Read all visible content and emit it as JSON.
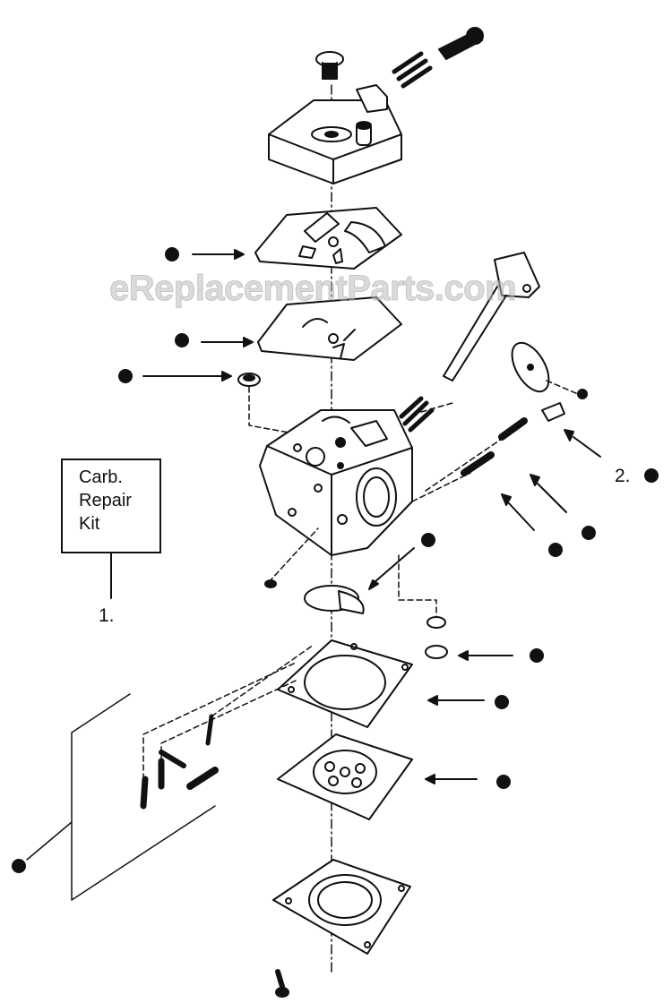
{
  "watermark": "eReplacementParts.com",
  "kit_label": {
    "line1": "Carb.",
    "line2": "Repair",
    "line3": "Kit"
  },
  "ref_numbers": {
    "one": "1.",
    "two": "2."
  },
  "colors": {
    "ink": "#111111",
    "paper": "#ffffff",
    "watermark": "#bebebe"
  }
}
